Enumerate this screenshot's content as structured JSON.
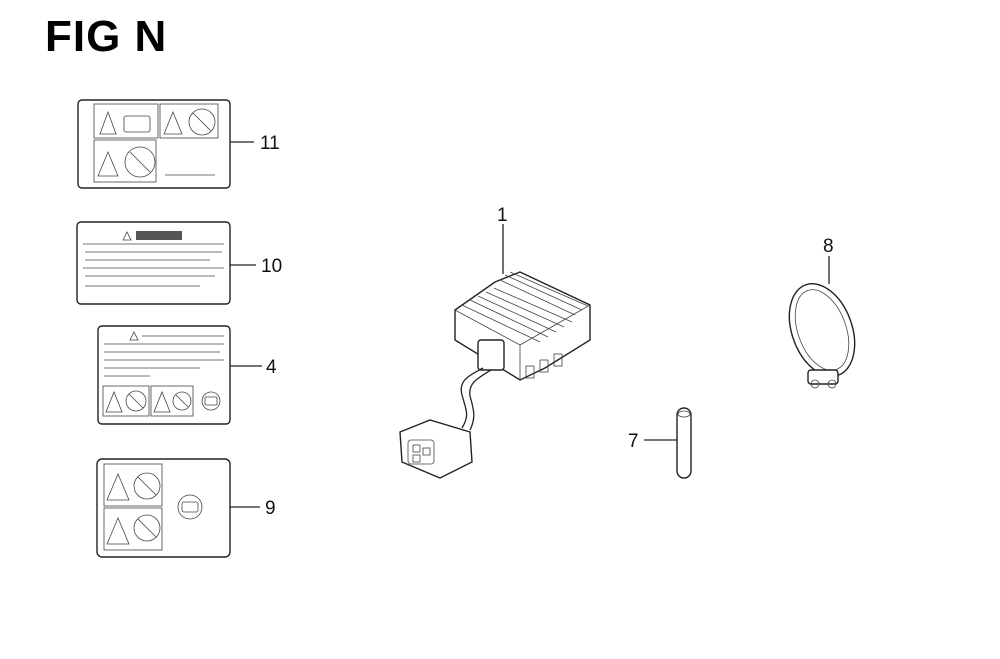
{
  "title": "FIG N",
  "callouts": {
    "label_11": "11",
    "label_10": "10",
    "label_4": "4",
    "label_9": "9",
    "regulator": "1",
    "band": "8",
    "pin": "7"
  }
}
